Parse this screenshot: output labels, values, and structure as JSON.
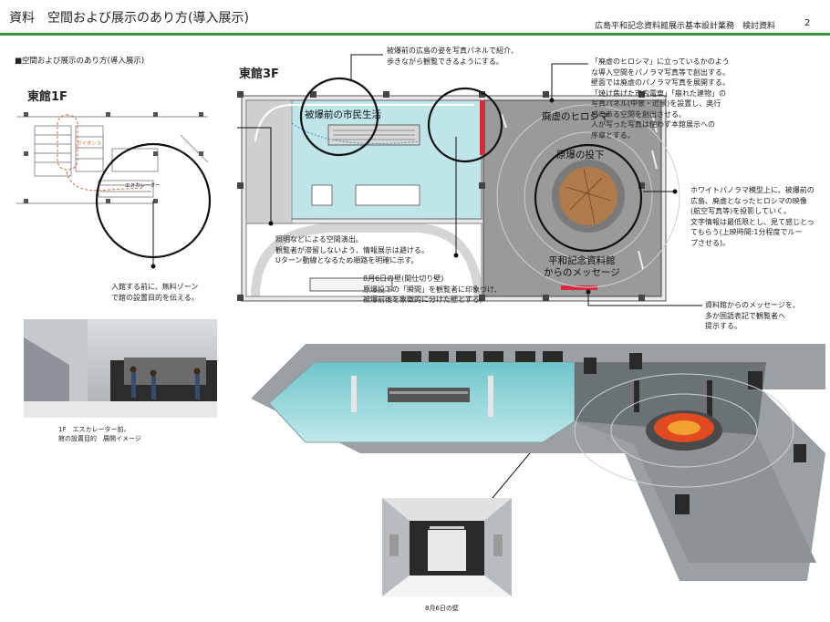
{
  "header": {
    "title": "資料　空間および展示のあり方(導入展示)",
    "subtitle": "広島平和記念資料館展示基本設計業務　検討資料",
    "page": "2"
  },
  "section_label": "■空間および展示のあり方(導入展示)",
  "floor_1f": {
    "title": "東館1F",
    "plan_labels": {
      "guidance": "ガイダンス",
      "escalator": "エスカレーター"
    },
    "note": "入館する前に、無料ゾーン\nで館の設置目的を伝える。",
    "photo_caption": "1F　エスカレーター前、\n館の設置目的　展開イメージ"
  },
  "floor_3f": {
    "title": "東館3F",
    "zones": {
      "citizens_life": "被爆前の市民生活",
      "ruins": "廃虚のヒロシマ",
      "under_bomb": "原爆の投下",
      "message": "平和記念資料館\nからのメッセージ"
    }
  },
  "notes": {
    "before_bomb": "被爆前の広島の姿を写真パネルで紹介、\n歩きながら観覧できるようにする。",
    "lighting": "照明などによる空間演出。\n観覧者が滞留しないよう、情報展示は避ける。\nUターン動線となるため順路を明確に示す。",
    "aug6_wall": "8月6日の壁(間仕切り壁)\n原爆投下の「瞬間」を観覧者に印象づけ、\n被爆前後を象徴的に分けた壁とする。",
    "ruins": "「廃虚のヒロシマ」に立っているかのよう\nな導入空間をパノラマ写真等で創出する。\n壁面では廃虚のパノラマ写真を展開する。\n「焼け焦げた市内電車」「崩れた建物」の\n写真パネル(中景・近景)を設置し、奥行\n感のある空間を創出させる。\n人が写った写真は使わず本館展示への\n序章とする。",
    "panorama": "ホワイトパノラマ模型上に、被爆前の\n広島、廃虚となったヒロシマの映像\n(航空写真等)を投影していく。\n文字情報は最低限とし、見て感じとっ\nてもらう(上映時間:1分程度でルー\nプさせる)。",
    "message": "資料館からのメッセージを、\n多か国語表記で観覧者へ\n提示する。"
  },
  "bottom_caption": "8月6日の壁",
  "colors": {
    "accent_green": "#3a9a3a",
    "pool": "#bfe5e8",
    "gray_zone": "#9a9a9a",
    "red_wall": "#d8283a"
  }
}
